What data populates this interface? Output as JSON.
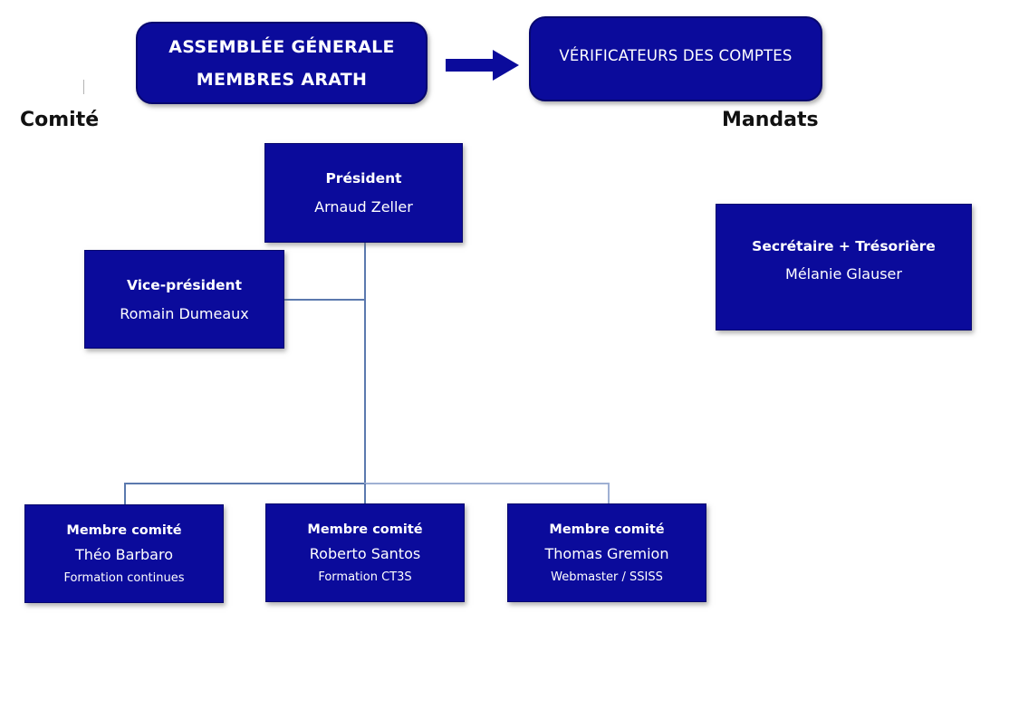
{
  "colors": {
    "box_fill": "#0B0B9B",
    "box_border": "#07076E",
    "connector_dark": "#5B79AE",
    "connector_light": "#9FB0D3",
    "label_text": "#111111",
    "tick": "#B3B3B3"
  },
  "header": {
    "assembly_box": {
      "line1": "ASSEMBLÉE GÉNERALE",
      "line2": "MEMBRES ARATH"
    },
    "auditors_box": {
      "label": "VÉRIFICATEURS DES COMPTES"
    },
    "left_section_label": "Comité",
    "right_section_label": "Mandats"
  },
  "org": {
    "president": {
      "title": "Président",
      "name": "Arnaud Zeller"
    },
    "vice_president": {
      "title": "Vice-président",
      "name": "Romain Dumeaux"
    },
    "secretary_treasurer": {
      "title": "Secrétaire + Trésorière",
      "name": "Mélanie Glauser"
    },
    "members": [
      {
        "title": "Membre comité",
        "name": "Théo Barbaro",
        "role": "Formation continues"
      },
      {
        "title": "Membre comité",
        "name": "Roberto Santos",
        "role": "Formation CT3S"
      },
      {
        "title": "Membre comité",
        "name": "Thomas Gremion",
        "role": "Webmaster / SSISS"
      }
    ]
  }
}
